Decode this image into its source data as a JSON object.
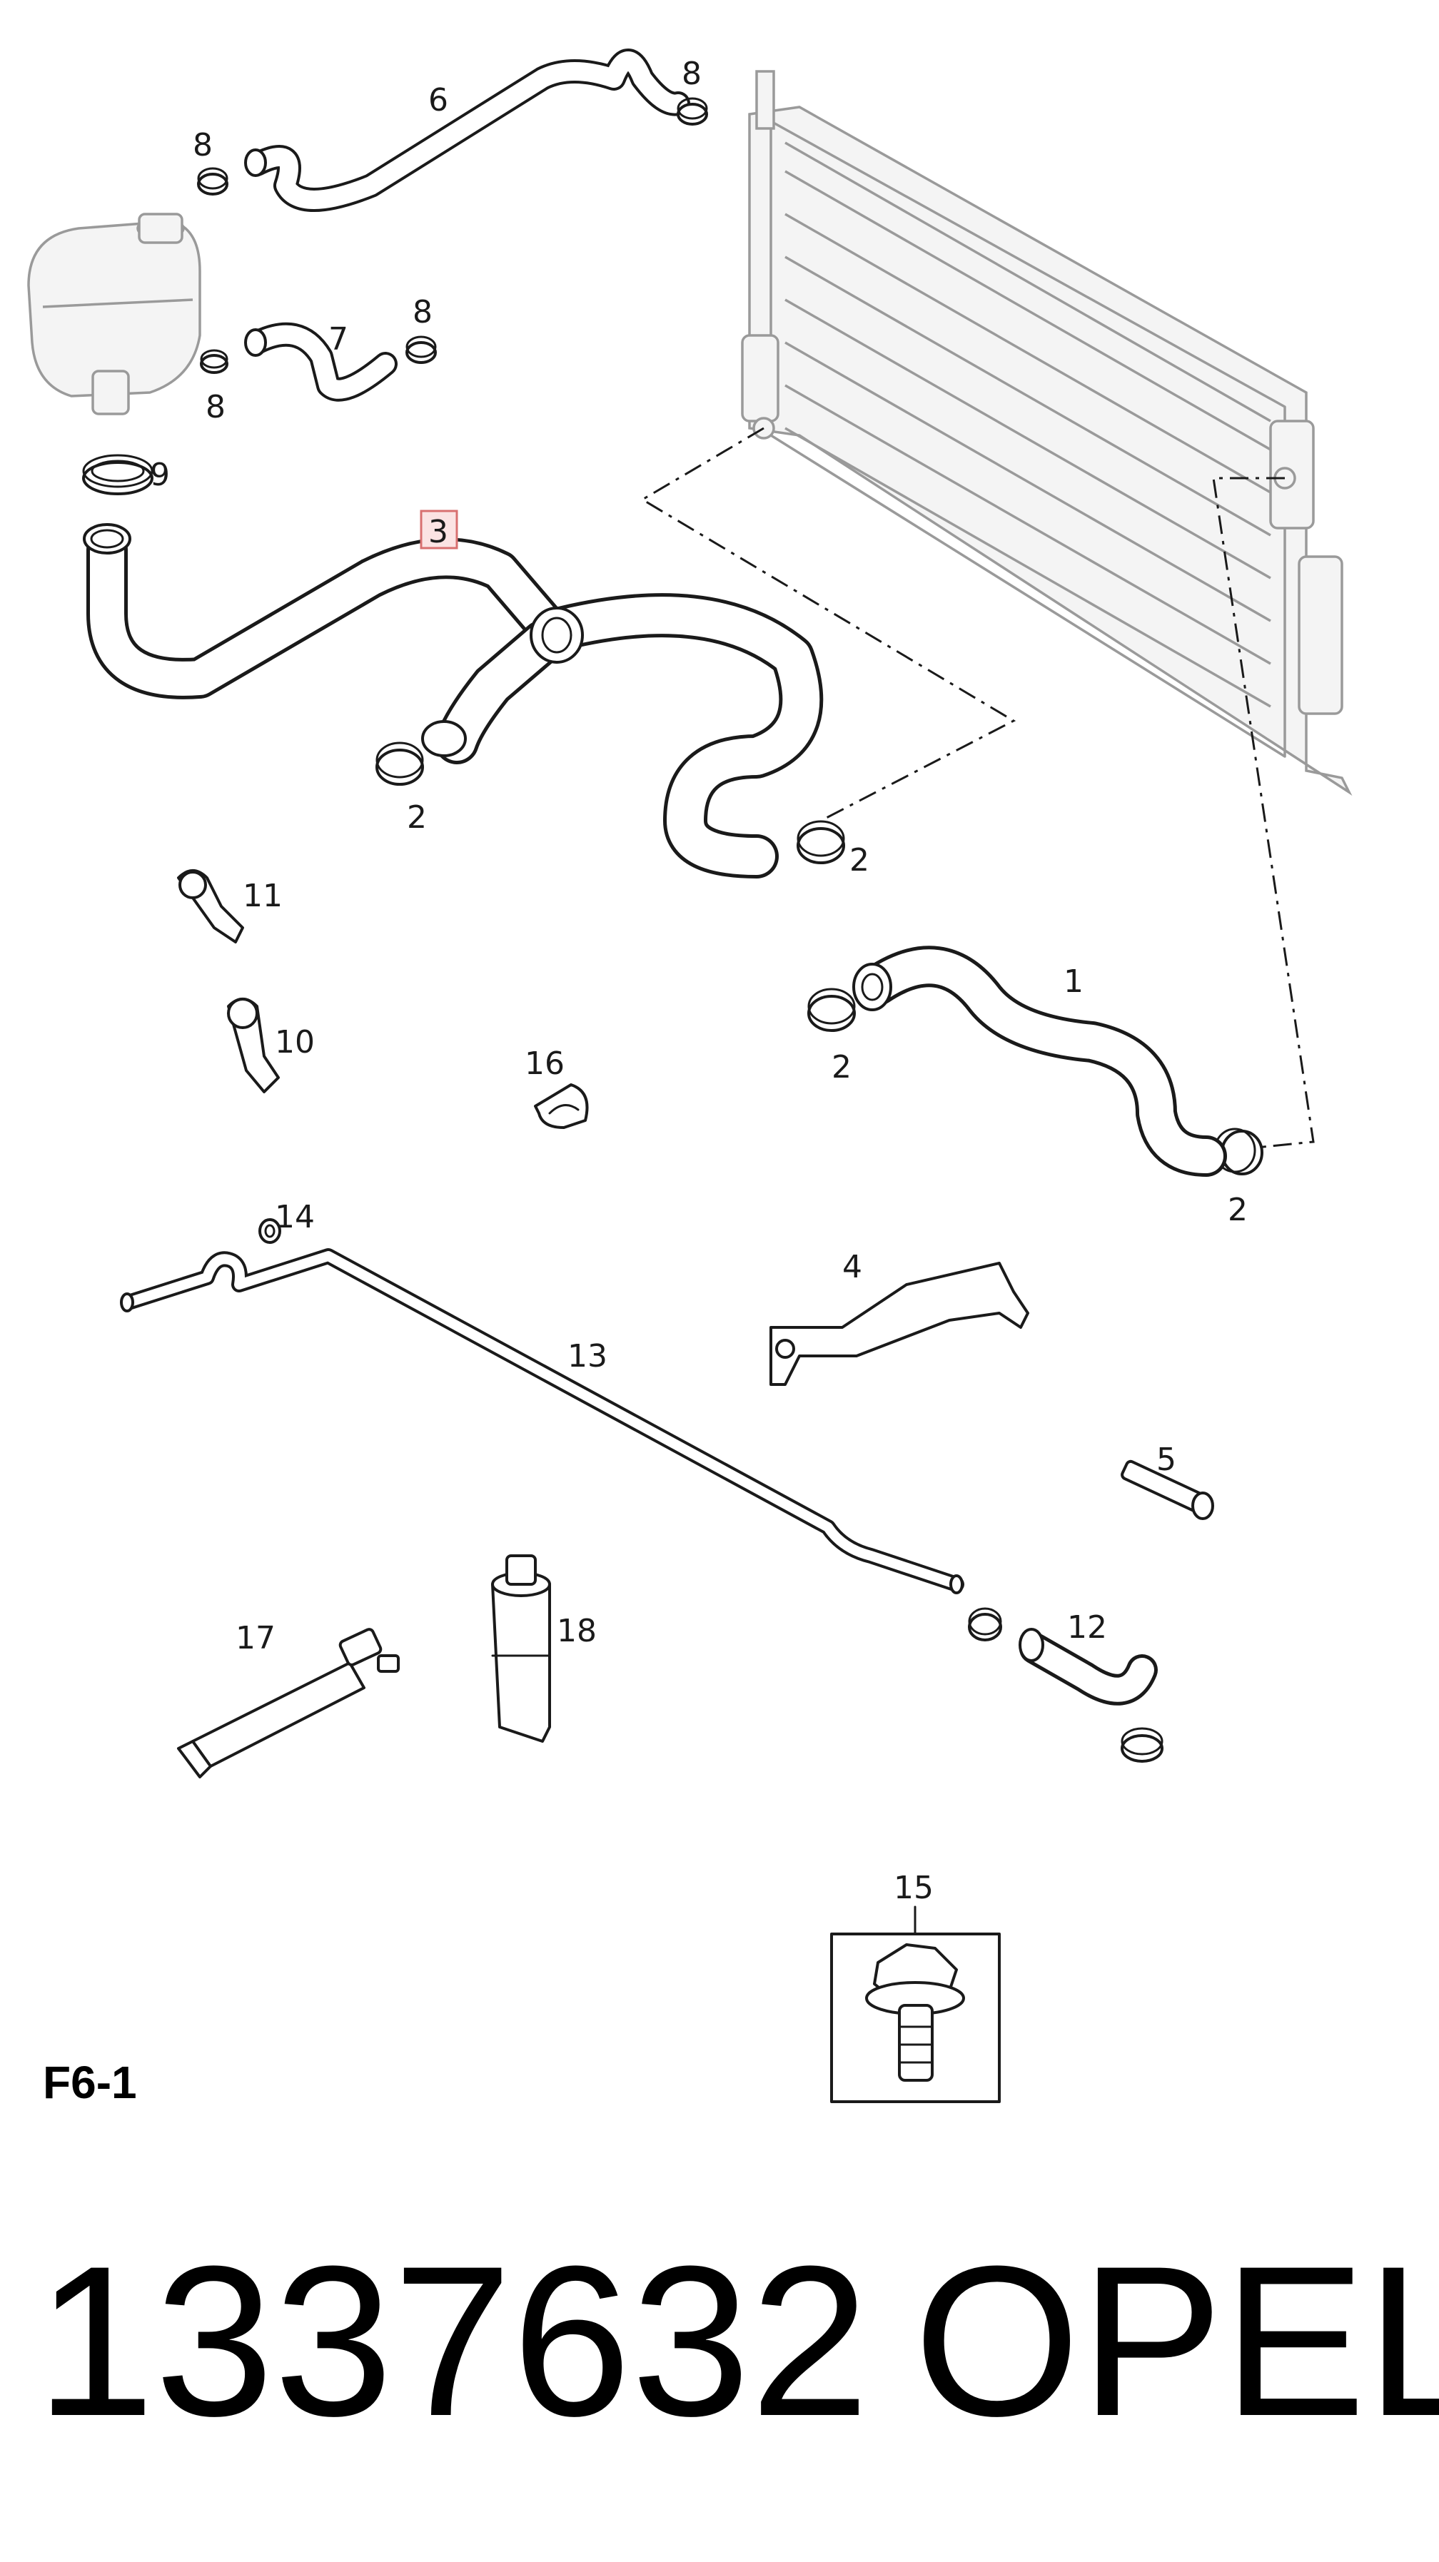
{
  "diagram": {
    "code": "F6-1",
    "callouts": {
      "c1": "1",
      "c2a": "2",
      "c2b": "2",
      "c2c": "2",
      "c2d": "2",
      "c3": "3",
      "c4": "4",
      "c5": "5",
      "c6": "6",
      "c7": "7",
      "c8a": "8",
      "c8b": "8",
      "c8c": "8",
      "c8d": "8",
      "c9": "9",
      "c10": "10",
      "c11": "11",
      "c12": "12",
      "c13": "13",
      "c14": "14",
      "c15": "15",
      "c16": "16",
      "c17": "17",
      "c18": "18"
    },
    "highlight_color": "#d87070"
  },
  "footer": {
    "part_number": "1337632",
    "brand": "OPEL"
  }
}
